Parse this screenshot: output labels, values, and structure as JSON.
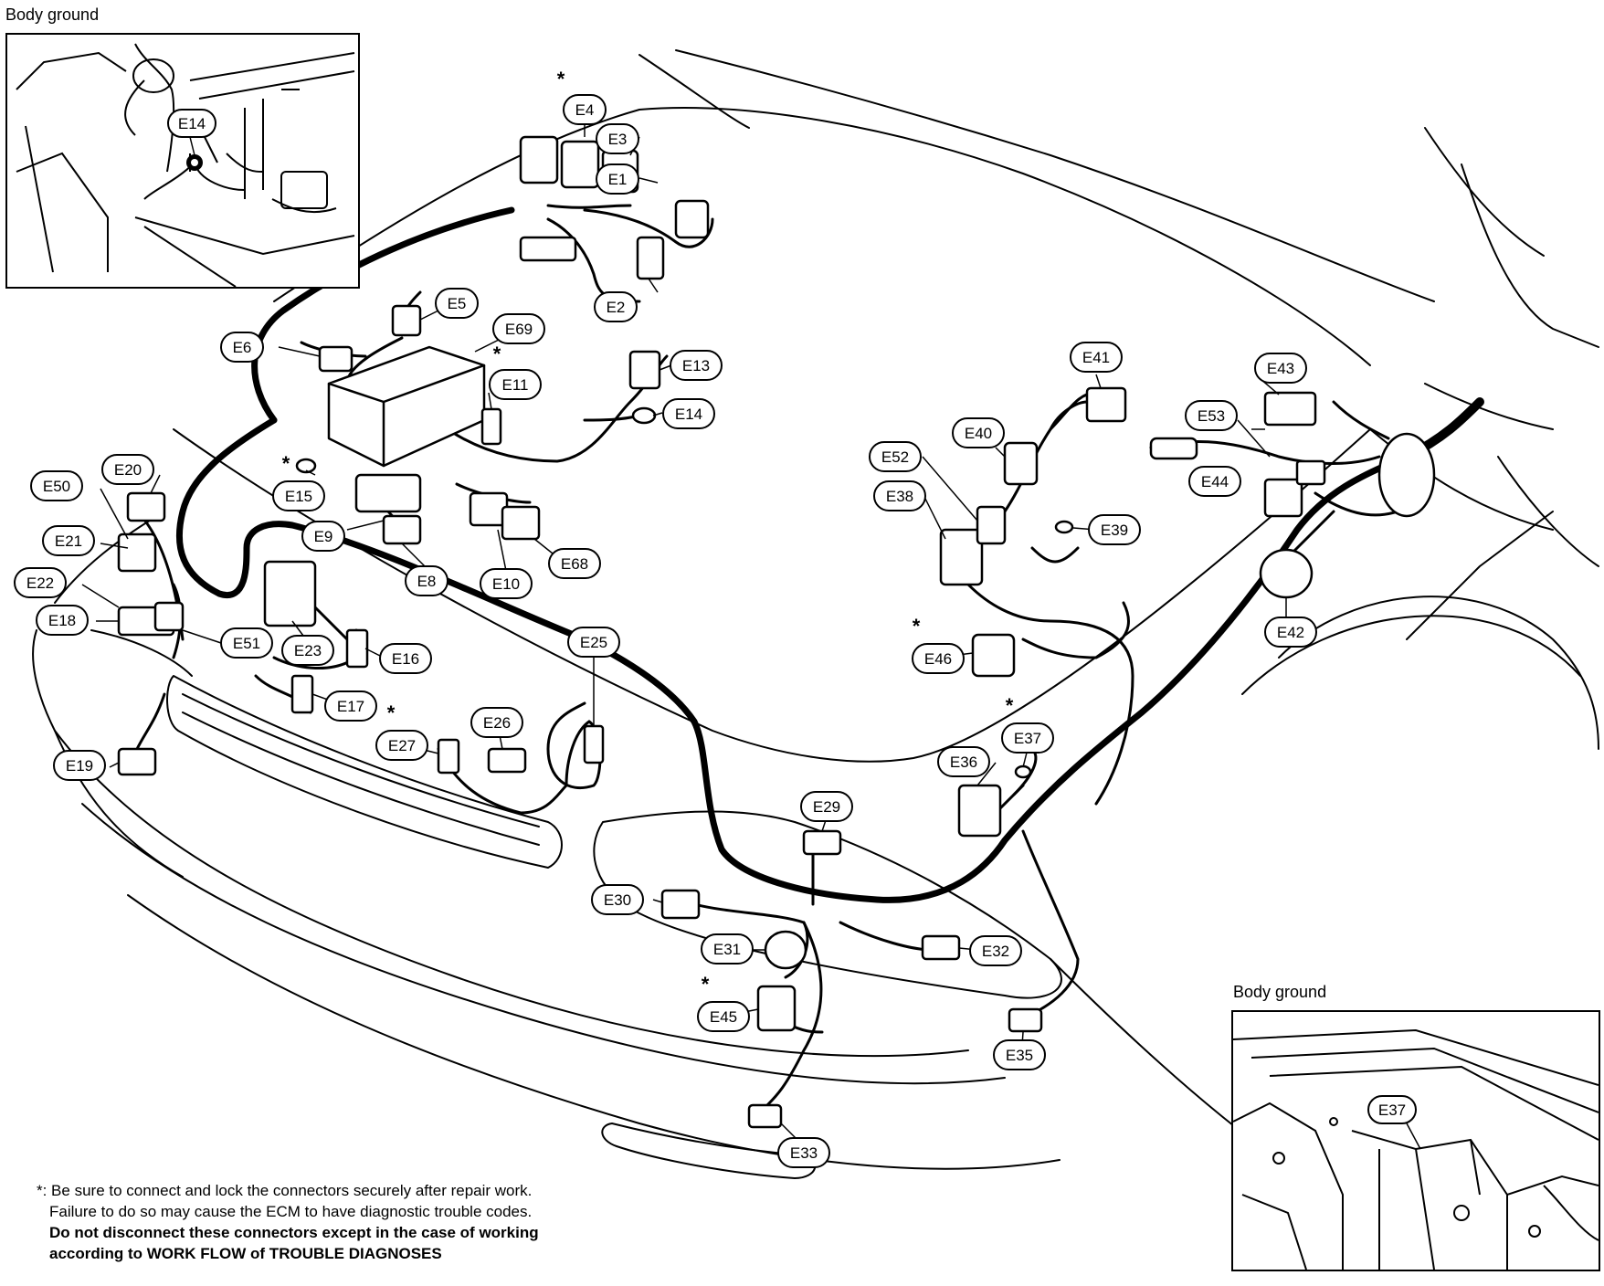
{
  "insets": {
    "top_left_title": "Body ground",
    "bottom_right_title": "Body ground",
    "top_left_connector": "E14",
    "bottom_right_connector": "E37"
  },
  "connectors": [
    {
      "id": "E1",
      "label": "E1",
      "starred": false
    },
    {
      "id": "E2",
      "label": "E2",
      "starred": false
    },
    {
      "id": "E3",
      "label": "E3",
      "starred": true
    },
    {
      "id": "E4",
      "label": "E4",
      "starred": true
    },
    {
      "id": "E5",
      "label": "E5",
      "starred": false
    },
    {
      "id": "E6",
      "label": "E6",
      "starred": false
    },
    {
      "id": "E8",
      "label": "E8",
      "starred": false
    },
    {
      "id": "E9",
      "label": "E9",
      "starred": false
    },
    {
      "id": "E10",
      "label": "E10",
      "starred": false
    },
    {
      "id": "E11",
      "label": "E11",
      "starred": true
    },
    {
      "id": "E13",
      "label": "E13",
      "starred": false
    },
    {
      "id": "E14",
      "label": "E14",
      "starred": false
    },
    {
      "id": "E15",
      "label": "E15",
      "starred": true
    },
    {
      "id": "E16",
      "label": "E16",
      "starred": false
    },
    {
      "id": "E17",
      "label": "E17",
      "starred": false
    },
    {
      "id": "E18",
      "label": "E18",
      "starred": false
    },
    {
      "id": "E19",
      "label": "E19",
      "starred": false
    },
    {
      "id": "E20",
      "label": "E20",
      "starred": false
    },
    {
      "id": "E21",
      "label": "E21",
      "starred": false
    },
    {
      "id": "E22",
      "label": "E22",
      "starred": false
    },
    {
      "id": "E23",
      "label": "E23",
      "starred": false
    },
    {
      "id": "E25",
      "label": "E25",
      "starred": false
    },
    {
      "id": "E26",
      "label": "E26",
      "starred": false
    },
    {
      "id": "E27",
      "label": "E27",
      "starred": true
    },
    {
      "id": "E29",
      "label": "E29",
      "starred": false
    },
    {
      "id": "E30",
      "label": "E30",
      "starred": false
    },
    {
      "id": "E31",
      "label": "E31",
      "starred": false
    },
    {
      "id": "E32",
      "label": "E32",
      "starred": false
    },
    {
      "id": "E33",
      "label": "E33",
      "starred": false
    },
    {
      "id": "E35",
      "label": "E35",
      "starred": false
    },
    {
      "id": "E36",
      "label": "E36",
      "starred": false
    },
    {
      "id": "E37",
      "label": "E37",
      "starred": true
    },
    {
      "id": "E38",
      "label": "E38",
      "starred": false
    },
    {
      "id": "E39",
      "label": "E39",
      "starred": false
    },
    {
      "id": "E40",
      "label": "E40",
      "starred": false
    },
    {
      "id": "E41",
      "label": "E41",
      "starred": false
    },
    {
      "id": "E42",
      "label": "E42",
      "starred": false
    },
    {
      "id": "E43",
      "label": "E43",
      "starred": false
    },
    {
      "id": "E44",
      "label": "E44",
      "starred": false
    },
    {
      "id": "E45",
      "label": "E45",
      "starred": true
    },
    {
      "id": "E46",
      "label": "E46",
      "starred": true
    },
    {
      "id": "E50",
      "label": "E50",
      "starred": false
    },
    {
      "id": "E51",
      "label": "E51",
      "starred": false
    },
    {
      "id": "E52",
      "label": "E52",
      "starred": false
    },
    {
      "id": "E53",
      "label": "E53",
      "starred": false
    },
    {
      "id": "E68",
      "label": "E68",
      "starred": false
    },
    {
      "id": "E69",
      "label": "E69",
      "starred": false
    }
  ],
  "note": {
    "line1": "*: Be sure to connect and lock the connectors securely after repair work.",
    "line2": "Failure to do so may cause the ECM to have diagnostic trouble codes.",
    "line3": "Do not disconnect these connectors except in the case of working",
    "line4": "according to WORK FLOW of TROUBLE DIAGNOSES"
  },
  "star_symbol": "*"
}
